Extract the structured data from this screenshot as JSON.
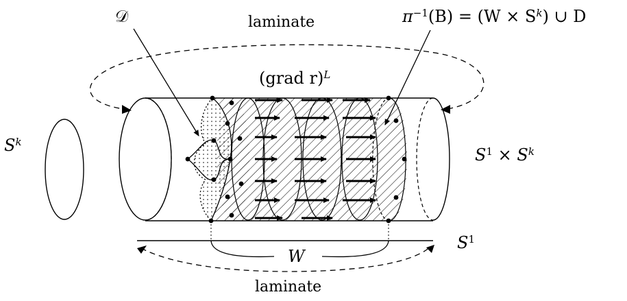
{
  "labels": {
    "laminate_top": "laminate",
    "laminate_bottom": "laminate",
    "D_script": "𝒟",
    "preimage": {
      "pi": "π",
      "pi_exp": "−1",
      "mid": "(B) = (W × S",
      "k": "k",
      "end": ") ∪ D"
    },
    "grad": {
      "main": "(grad r)",
      "exp": "L"
    },
    "Sk_left": {
      "base": "S",
      "exp": "k"
    },
    "S1xSk": {
      "s1": "S",
      "one": "1",
      "times": " × S",
      "k": "k"
    },
    "S1_right": {
      "base": "S",
      "exp": "1"
    },
    "W": "W"
  },
  "colors": {
    "ink": "#000000",
    "background": "#ffffff"
  }
}
